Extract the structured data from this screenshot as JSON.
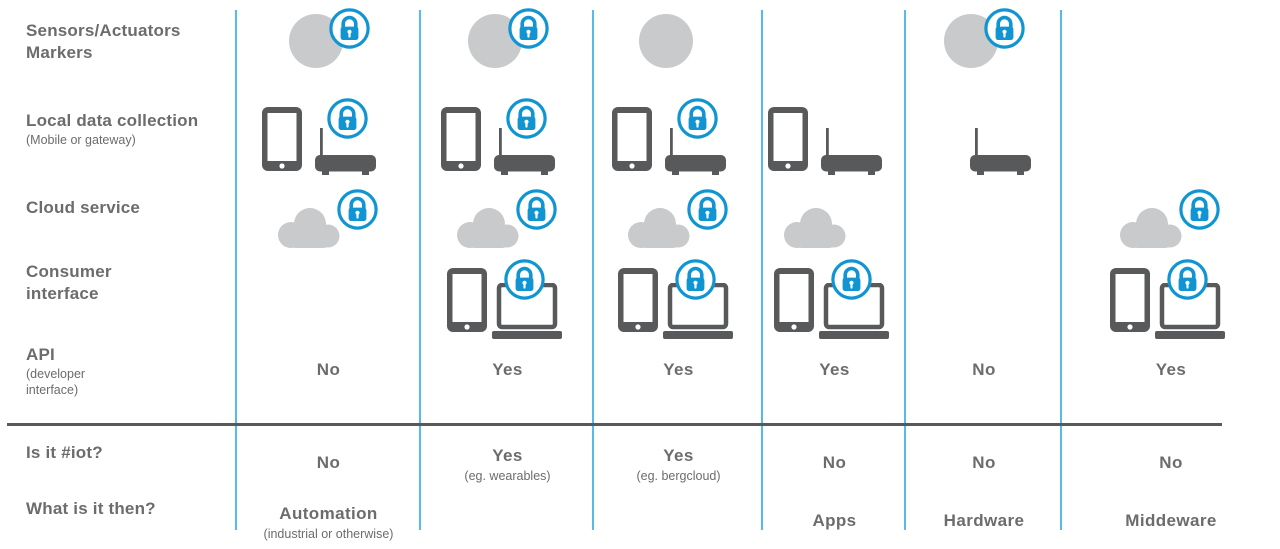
{
  "palette": {
    "badge_blue": "#1095d2",
    "divider_blue": "#54bce6",
    "shape_gray": "#c9cacb",
    "icon_dark_gray": "#58595b",
    "text_gray": "#6b6c6e"
  },
  "icons": {
    "lock-badge-icon": "blue padlock inside circle badge",
    "sensor-circle-icon": "plain gray dot",
    "phone-icon": "smartphone outline",
    "router-icon": "gateway box with antenna",
    "cloud-icon": "gray cloud",
    "laptop-icon": "laptop outline"
  },
  "row_headers": {
    "sensors_line1": "Sensors/Actuators",
    "sensors_line2": "Markers",
    "local_title": "Local data collection",
    "local_sub": "(Mobile or gateway)",
    "cloud_title": "Cloud service",
    "consumer_line1": "Consumer",
    "consumer_line2": "interface",
    "api_title": "API",
    "api_sub_line1": "(developer",
    "api_sub_line2": "interface)",
    "iot_title": "Is it #iot?",
    "what_title": "What is it then?"
  },
  "columns": [
    {
      "sensors": {
        "circle": true,
        "lock": true
      },
      "local": {
        "phone": true,
        "router": true,
        "lock": true
      },
      "cloud": {
        "shape": true,
        "lock": true
      },
      "consumer": {
        "phone": false,
        "laptop": false,
        "lock": false
      },
      "api": "No",
      "iot_value": "No",
      "iot_note": "",
      "what_value": "Automation",
      "what_note": "(industrial or otherwise)"
    },
    {
      "sensors": {
        "circle": true,
        "lock": true
      },
      "local": {
        "phone": true,
        "router": true,
        "lock": true
      },
      "cloud": {
        "shape": true,
        "lock": true
      },
      "consumer": {
        "phone": true,
        "laptop": true,
        "lock": true
      },
      "api": "Yes",
      "iot_value": "Yes",
      "iot_note": "(eg. wearables)",
      "what_value": "",
      "what_note": ""
    },
    {
      "sensors": {
        "circle": true,
        "lock": false
      },
      "local": {
        "phone": true,
        "router": true,
        "lock": true
      },
      "cloud": {
        "shape": true,
        "lock": true
      },
      "consumer": {
        "phone": true,
        "laptop": true,
        "lock": true
      },
      "api": "Yes",
      "iot_value": "Yes",
      "iot_note": "(eg. bergcloud)",
      "what_value": "",
      "what_note": ""
    },
    {
      "sensors": {
        "circle": false,
        "lock": false
      },
      "local": {
        "phone": true,
        "router": true,
        "lock": false
      },
      "cloud": {
        "shape": true,
        "lock": false
      },
      "consumer": {
        "phone": true,
        "laptop": true,
        "lock": true
      },
      "api": "Yes",
      "iot_value": "No",
      "iot_note": "",
      "what_value": "Apps",
      "what_note": ""
    },
    {
      "sensors": {
        "circle": true,
        "lock": true
      },
      "local": {
        "phone": false,
        "router": true,
        "lock": false
      },
      "cloud": {
        "shape": false,
        "lock": false
      },
      "consumer": {
        "phone": false,
        "laptop": false,
        "lock": false
      },
      "api": "No",
      "iot_value": "No",
      "iot_note": "",
      "what_value": "Hardware",
      "what_note": ""
    },
    {
      "sensors": {
        "circle": false,
        "lock": false
      },
      "local": {
        "phone": false,
        "router": false,
        "lock": false
      },
      "cloud": {
        "shape": true,
        "lock": true
      },
      "consumer": {
        "phone": true,
        "laptop": true,
        "lock": true
      },
      "api": "Yes",
      "iot_value": "No",
      "iot_note": "",
      "what_value": "Middeware",
      "what_note": ""
    }
  ]
}
